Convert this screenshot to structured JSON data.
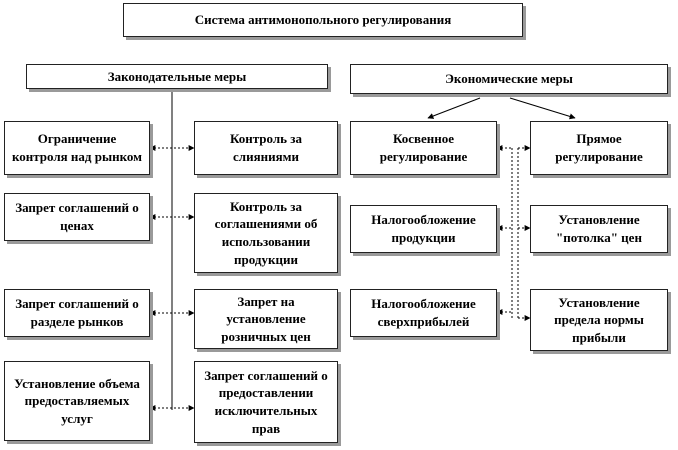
{
  "title": "Система антимонопольного регулирования",
  "legislative": {
    "header": "Законодательные меры",
    "left": [
      "Ограничение контроля над рынком",
      "Запрет соглашений о ценах",
      "Запрет соглашений о разделе рынков",
      "Установление объема предоставляемых услуг"
    ],
    "right": [
      "Контроль за слияниями",
      "Контроль за соглашениями об использовании продукции",
      "Запрет на установление розничных цен",
      "Запрет соглашений о предоставлении исключительных прав"
    ]
  },
  "economic": {
    "header": "Экономические меры",
    "left": [
      "Косвенное регулирование",
      "Налогообложение продукции",
      "Налогообложение сверхприбылей"
    ],
    "right": [
      "Прямое регулирование",
      "Установление \"потолка\" цен",
      "Установление предела нормы прибыли"
    ]
  }
}
